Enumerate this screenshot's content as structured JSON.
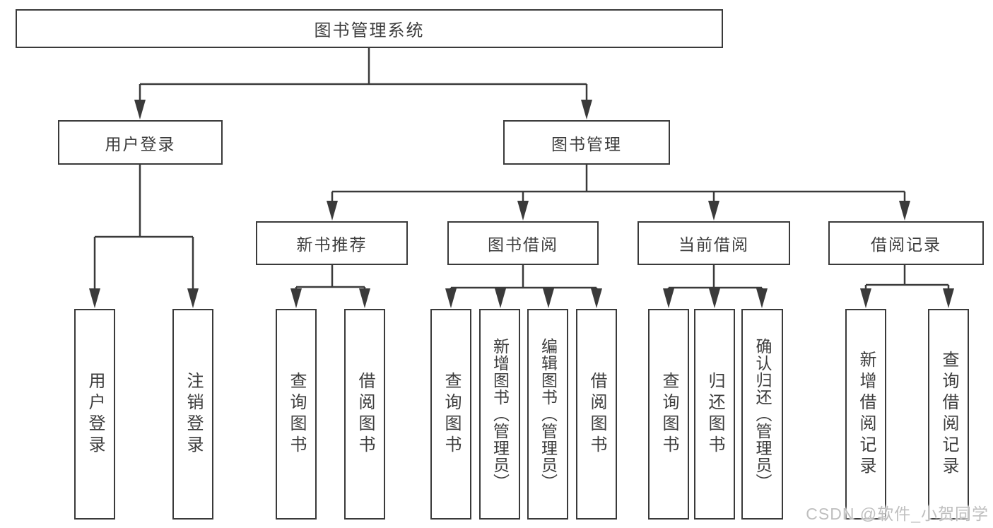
{
  "diagram": {
    "title": "图书管理系统",
    "root": {
      "label": "图书管理系统"
    },
    "level2": [
      {
        "label": "用户登录"
      },
      {
        "label": "图书管理"
      }
    ],
    "level3": [
      {
        "label": "新书推荐"
      },
      {
        "label": "图书借阅"
      },
      {
        "label": "当前借阅"
      },
      {
        "label": "借阅记录"
      }
    ],
    "level4": {
      "login": [
        {
          "label": "用户登录"
        },
        {
          "label": "注销登录"
        }
      ],
      "recommend": [
        {
          "label": "查询图书"
        },
        {
          "label": "借阅图书"
        }
      ],
      "borrow": [
        {
          "label": "查询图书"
        },
        {
          "label": "新增图书（管理员）"
        },
        {
          "label": "编辑图书（管理员）"
        },
        {
          "label": "借阅图书"
        }
      ],
      "current": [
        {
          "label": "查询图书"
        },
        {
          "label": "归还图书"
        },
        {
          "label": "确认归还（管理员）"
        }
      ],
      "records": [
        {
          "label": "新增借阅记录"
        },
        {
          "label": "查询借阅记录"
        }
      ]
    }
  },
  "watermark": {
    "text": "CSDN @软件_小贺同学"
  },
  "colors": {
    "line": "#3a3a3a",
    "text": "#3d3d3d",
    "background": "#ffffff",
    "watermark": "#bfbfbf"
  }
}
